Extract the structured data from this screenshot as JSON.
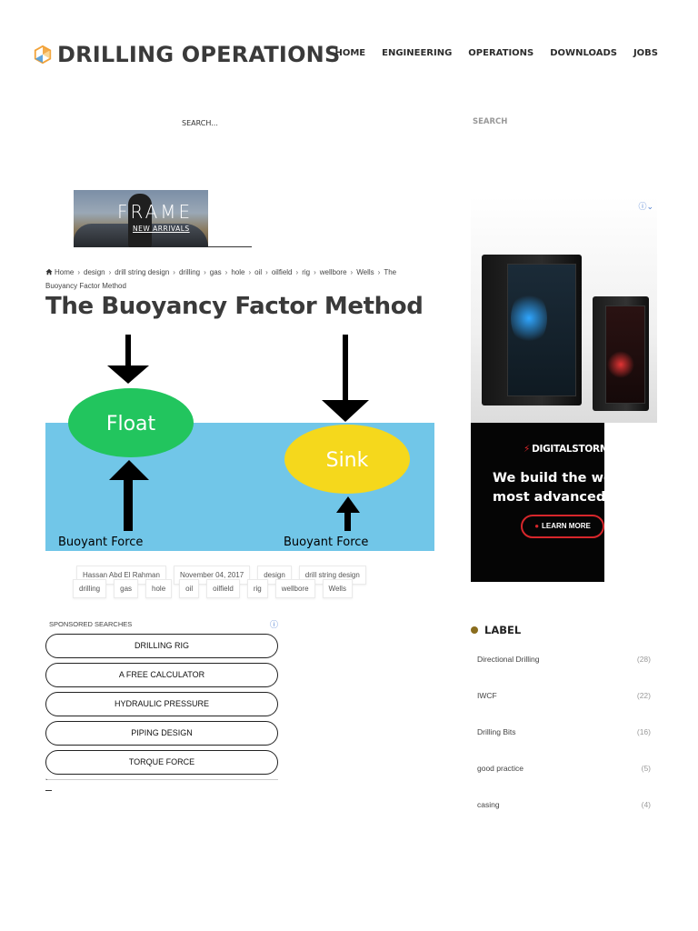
{
  "site": {
    "title": "DRILLING OPERATIONS",
    "nav": [
      "HOME",
      "ENGINEERING",
      "OPERATIONS",
      "DOWNLOADS",
      "JOBS"
    ]
  },
  "search": {
    "placeholder": "SEARCH...",
    "button_label": "SEARCH"
  },
  "ad_banner": {
    "headline": "FRAME",
    "subline": "NEW ARRIVALS"
  },
  "breadcrumb": [
    "Home",
    "design",
    "drill string design",
    "drilling",
    "gas",
    "hole",
    "oil",
    "oilfield",
    "rig",
    "wellbore",
    "Wells",
    "The Buoyancy Factor Method"
  ],
  "post": {
    "title": "The Buoyancy Factor Method",
    "figure": {
      "left_label": "Float",
      "right_label": "Sink",
      "left_caption": "Buoyant Force",
      "right_caption": "Buoyant Force"
    },
    "author": "Hassan Abd El Rahman",
    "date": "November 04, 2017",
    "tags": [
      "design",
      "drill string design",
      "drilling",
      "gas",
      "hole",
      "oil",
      "oilfield",
      "rig",
      "wellbore",
      "Wells"
    ]
  },
  "sponsored": {
    "heading": "SPONSORED SEARCHES",
    "items": [
      "DRILLING RIG",
      "A FREE CALCULATOR",
      "HYDRAULIC PRESSURE",
      "PIPING DESIGN",
      "TORQUE FORCE"
    ],
    "trailing_mark": "`"
  },
  "side_ad": {
    "brand": "DIGITALSTORM",
    "tagline_line1": "We build the wo",
    "tagline_line2": "most advanced",
    "cta": "LEARN MORE"
  },
  "labels": {
    "heading": "LABEL",
    "items": [
      {
        "name": "Directional Drilling",
        "count": "(28)"
      },
      {
        "name": "IWCF",
        "count": "(22)"
      },
      {
        "name": "Drilling Bits",
        "count": "(16)"
      },
      {
        "name": "good practice",
        "count": "(5)"
      },
      {
        "name": "casing",
        "count": "(4)"
      }
    ]
  },
  "colors": {
    "water": "#71c6e8",
    "float_ball": "#22c55e",
    "sink_ball": "#f5d81c",
    "label_dot": "#8a6d1e",
    "cta_red": "#d7262b"
  }
}
